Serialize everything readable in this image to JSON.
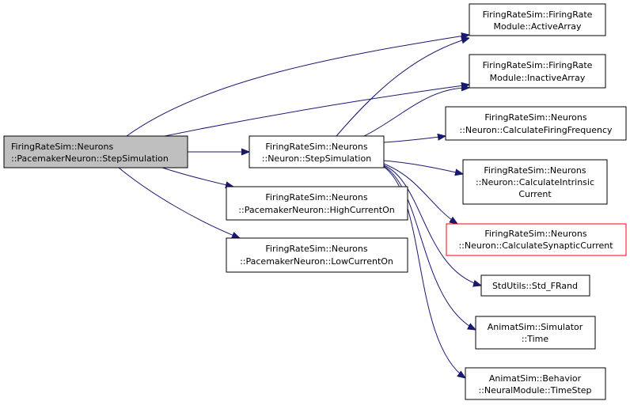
{
  "nodes": {
    "root": {
      "lines": [
        "FiringRateSim::Neurons",
        "::PacemakerNeuron::StepSimulation"
      ]
    },
    "neuron_step": {
      "lines": [
        "FiringRateSim::Neurons",
        "::Neuron::StepSimulation"
      ]
    },
    "high_current": {
      "lines": [
        "FiringRateSim::Neurons",
        "::PacemakerNeuron::HighCurrentOn"
      ]
    },
    "low_current": {
      "lines": [
        "FiringRateSim::Neurons",
        "::PacemakerNeuron::LowCurrentOn"
      ]
    },
    "active_array": {
      "lines": [
        "FiringRateSim::FiringRate",
        "Module::ActiveArray"
      ]
    },
    "inactive_array": {
      "lines": [
        "FiringRateSim::FiringRate",
        "Module::InactiveArray"
      ]
    },
    "calc_firing_freq": {
      "lines": [
        "FiringRateSim::Neurons",
        "::Neuron::CalculateFiringFrequency"
      ]
    },
    "calc_intrinsic": {
      "lines": [
        "FiringRateSim::Neurons",
        "::Neuron::CalculateIntrinsic",
        "Current"
      ]
    },
    "calc_synaptic": {
      "lines": [
        "FiringRateSim::Neurons",
        "::Neuron::CalculateSynapticCurrent"
      ]
    },
    "std_frand": {
      "lines": [
        "StdUtils::Std_FRand"
      ]
    },
    "sim_time": {
      "lines": [
        "AnimatSim::Simulator",
        "::Time"
      ]
    },
    "time_step": {
      "lines": [
        "AnimatSim::Behavior",
        "::NeuralModule::TimeStep"
      ]
    }
  },
  "colors": {
    "edge": "#191970",
    "root_fill": "#bfbfbf",
    "node_border": "#000000",
    "highlight_border": "#ff0000",
    "background": "#ffffff"
  }
}
